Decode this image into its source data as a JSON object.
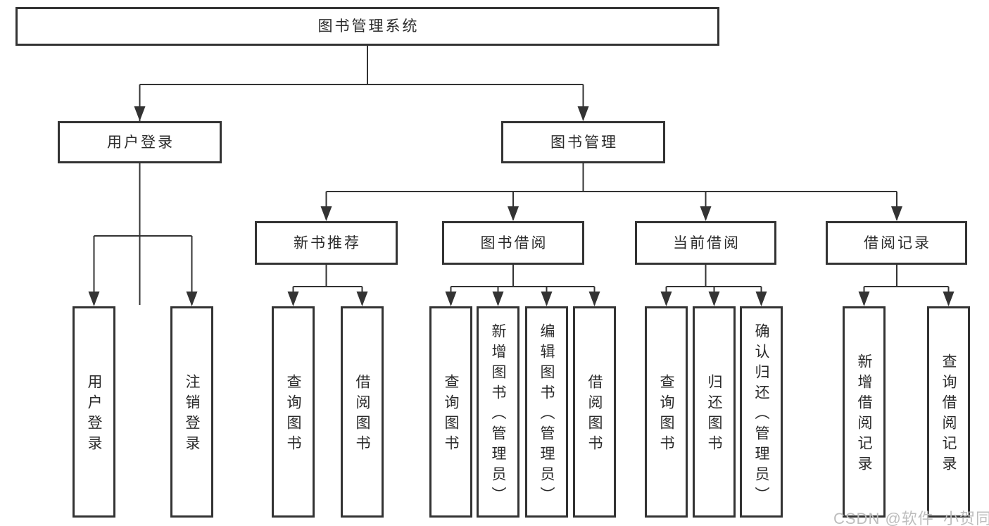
{
  "tree": {
    "label": "图书管理系统",
    "children": [
      {
        "label": "用户登录",
        "children": [
          {
            "label": "用户登录"
          },
          {
            "label": "注销登录"
          }
        ]
      },
      {
        "label": "图书管理",
        "children": [
          {
            "label": "新书推荐",
            "children": [
              {
                "label": "查询图书"
              },
              {
                "label": "借阅图书"
              }
            ]
          },
          {
            "label": "图书借阅",
            "children": [
              {
                "label": "查询图书"
              },
              {
                "label": "新增图书（管理员）"
              },
              {
                "label": "编辑图书（管理员）"
              },
              {
                "label": "借阅图书"
              }
            ]
          },
          {
            "label": "当前借阅",
            "children": [
              {
                "label": "查询图书"
              },
              {
                "label": "归还图书"
              },
              {
                "label": "确认归还（管理员）"
              }
            ]
          },
          {
            "label": "借阅记录",
            "children": [
              {
                "label": "新增借阅记录"
              },
              {
                "label": "查询借阅记录"
              }
            ]
          }
        ]
      }
    ]
  },
  "watermark": "CSDN @软件_小贺同学",
  "colors": {
    "line": "#333333",
    "border": "#333333",
    "text": "#2b2b2b",
    "watermark": "#bdbdbd",
    "background": "#ffffff"
  }
}
